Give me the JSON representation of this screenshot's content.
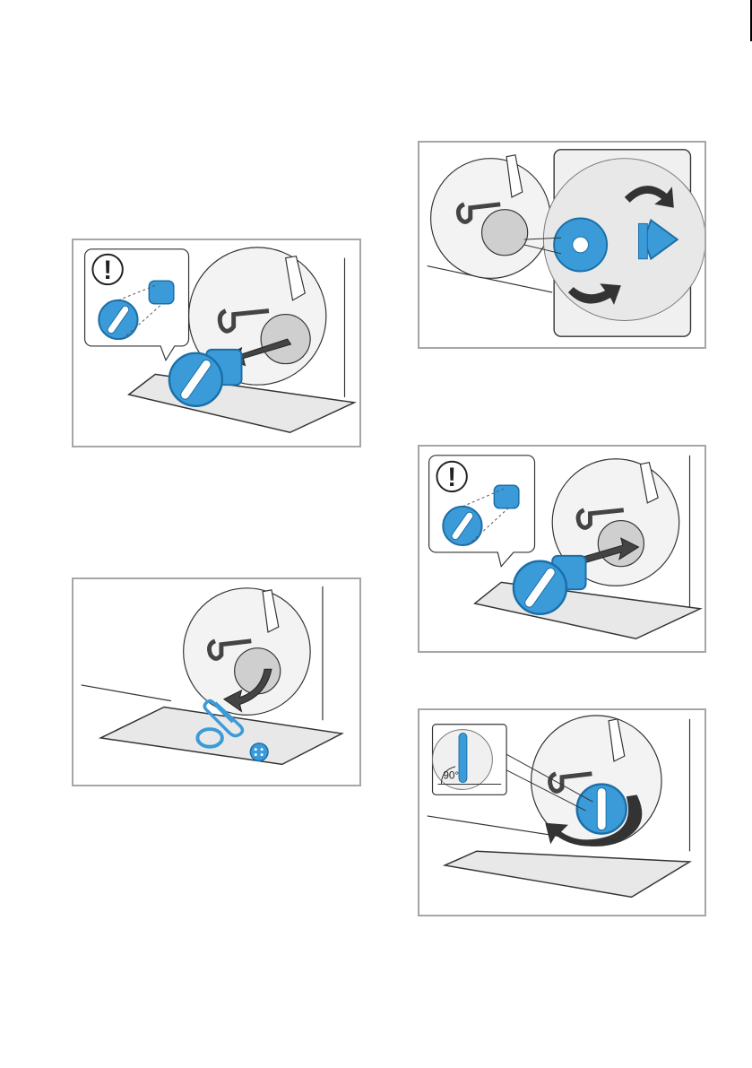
{
  "figures": [
    {
      "id": "fig-1",
      "icons": [
        "caution-icon",
        "pump-filter",
        "arrow-icon"
      ]
    },
    {
      "id": "fig-2",
      "icons": [
        "rotate-arrows-icon",
        "pump-impeller"
      ]
    },
    {
      "id": "fig-3",
      "icons": [
        "caution-icon",
        "pump-filter",
        "arrow-icon"
      ]
    },
    {
      "id": "fig-4",
      "icons": [
        "arrow-icon",
        "paper-clip",
        "button"
      ]
    },
    {
      "id": "fig-5",
      "icons": [
        "rotate-arrow-icon",
        "pump-filter-cap"
      ],
      "angle_label": "90°"
    }
  ],
  "caution_symbol": "!",
  "colors": {
    "accent": "#3a9bd8",
    "accent_dark": "#1b6fa8",
    "gray": "#d6d6d6",
    "line": "#333333"
  }
}
